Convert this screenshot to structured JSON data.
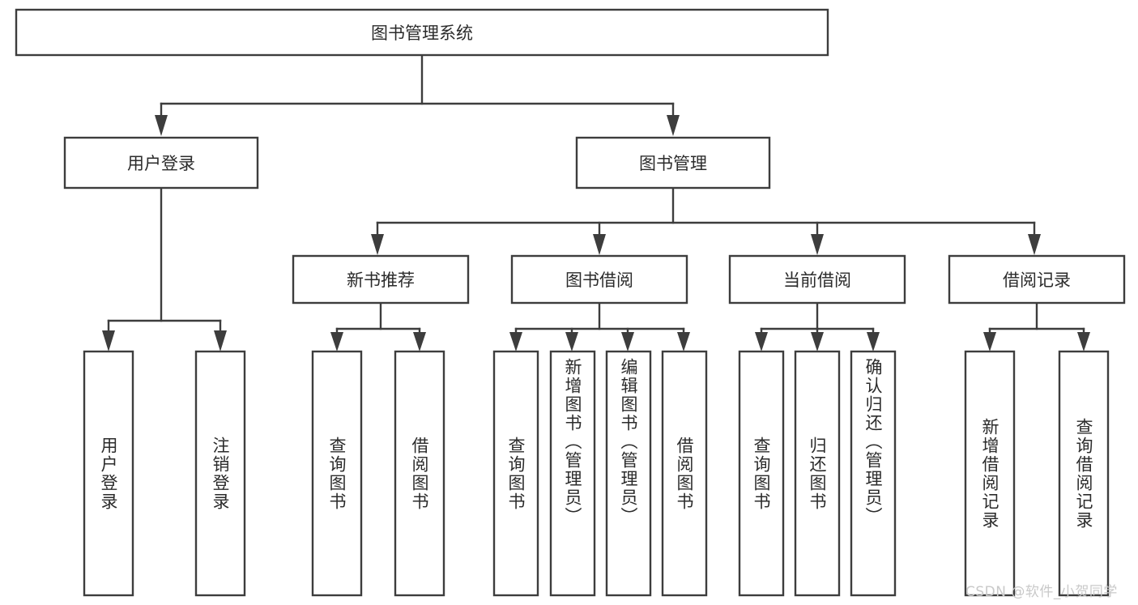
{
  "diagram": {
    "title": "图书管理系统",
    "type": "tree",
    "root": {
      "id": "root",
      "label": "图书管理系统"
    },
    "level2": [
      {
        "id": "user-login",
        "label": "用户登录"
      },
      {
        "id": "book-manage",
        "label": "图书管理"
      }
    ],
    "level3": [
      {
        "id": "new-book-rec",
        "label": "新书推荐"
      },
      {
        "id": "book-borrow",
        "label": "图书借阅"
      },
      {
        "id": "current-borrow",
        "label": "当前借阅"
      },
      {
        "id": "borrow-record",
        "label": "借阅记录"
      }
    ],
    "leaves": {
      "user_login": [
        {
          "id": "leaf-user-login",
          "label": "用户登录"
        },
        {
          "id": "leaf-logout",
          "label": "注销登录"
        }
      ],
      "new_book_rec": [
        {
          "id": "leaf-query-book-1",
          "label": "查询图书"
        },
        {
          "id": "leaf-borrow-book-1",
          "label": "借阅图书"
        }
      ],
      "book_borrow": [
        {
          "id": "leaf-query-book-2",
          "label": "查询图书"
        },
        {
          "id": "leaf-add-book",
          "label": "新增图书（管理员）"
        },
        {
          "id": "leaf-edit-book",
          "label": "编辑图书（管理员）"
        },
        {
          "id": "leaf-borrow-book-2",
          "label": "借阅图书"
        }
      ],
      "current_borrow": [
        {
          "id": "leaf-query-book-3",
          "label": "查询图书"
        },
        {
          "id": "leaf-return-book",
          "label": "归还图书"
        },
        {
          "id": "leaf-confirm-return",
          "label": "确认归还（管理员）"
        }
      ],
      "borrow_record": [
        {
          "id": "leaf-add-record",
          "label": "新增借阅记录"
        },
        {
          "id": "leaf-query-record",
          "label": "查询借阅记录"
        }
      ]
    }
  },
  "watermark": {
    "text": "CSDN @软件_小贺同学"
  },
  "colors": {
    "stroke": "#3d3d3d",
    "box_fill": "#ffffff",
    "text": "#2b2b2b",
    "background": "#ffffff",
    "watermark": "#c9c9c9"
  }
}
